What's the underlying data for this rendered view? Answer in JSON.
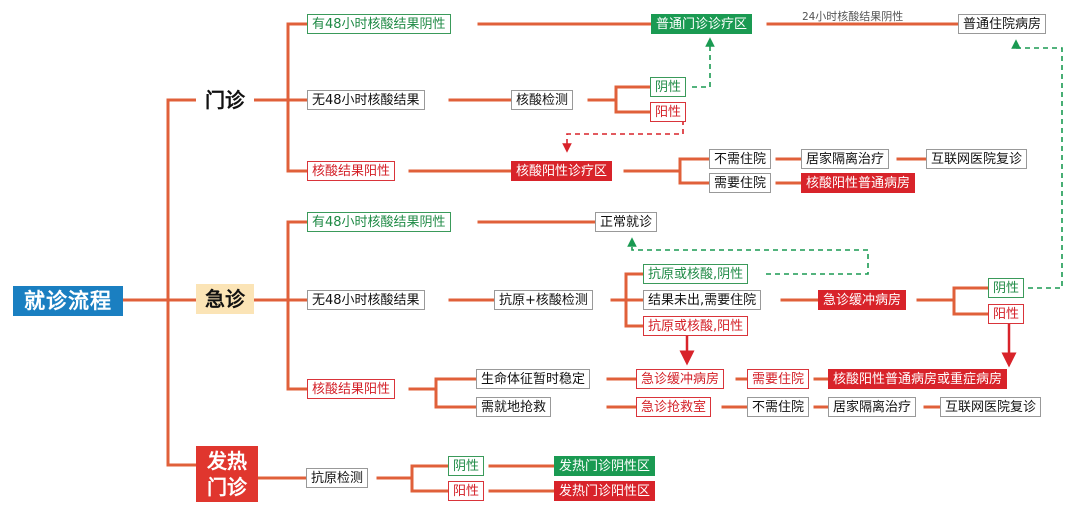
{
  "root": "就诊流程",
  "categories": {
    "outpatient": "门诊",
    "emergency": "急诊",
    "fever": [
      "发热",
      "门诊"
    ]
  },
  "outpatient": {
    "neg48": "有48小时核酸结果阴性",
    "no48": "无48小时核酸结果",
    "test": "核酸检测",
    "neg": "阴性",
    "pos": "阳性",
    "general_clinic": "普通门诊诊疗区",
    "note_24h": "24小时核酸结果阴性",
    "general_ward": "普通住院病房",
    "pos_result": "核酸结果阳性",
    "pos_clinic": "核酸阳性诊疗区",
    "no_hosp": "不需住院",
    "home_iso": "居家隔离治疗",
    "internet_followup": "互联网医院复诊",
    "need_hosp": "需要住院",
    "pos_ward": "核酸阳性普通病房"
  },
  "emergency": {
    "neg48": "有48小时核酸结果阴性",
    "normal": "正常就诊",
    "no48": "无48小时核酸结果",
    "test": "抗原+核酸检测",
    "neg_any": "抗原或核酸,阴性",
    "pending": "结果未出,需要住院",
    "pos_any": "抗原或核酸,阳性",
    "buffer_ward": "急诊缓冲病房",
    "neg": "阴性",
    "pos": "阳性",
    "pos_result": "核酸结果阳性",
    "stable": "生命体征暂时稳定",
    "buffer_ward2": "急诊缓冲病房",
    "need_hosp": "需要住院",
    "severe_ward": "核酸阳性普通病房或重症病房",
    "rescue": "需就地抢救",
    "rescue_room": "急诊抢救室",
    "no_hosp": "不需住院",
    "home_iso": "居家隔离治疗",
    "internet_followup": "互联网医院复诊"
  },
  "fever": {
    "test": "抗原检测",
    "neg": "阴性",
    "pos": "阳性",
    "neg_zone": "发热门诊阴性区",
    "pos_zone": "发热门诊阳性区"
  },
  "colors": {
    "line": "#e0603a",
    "green": "#1a9a52",
    "red": "#d8232a",
    "blue": "#1a7fc1"
  }
}
